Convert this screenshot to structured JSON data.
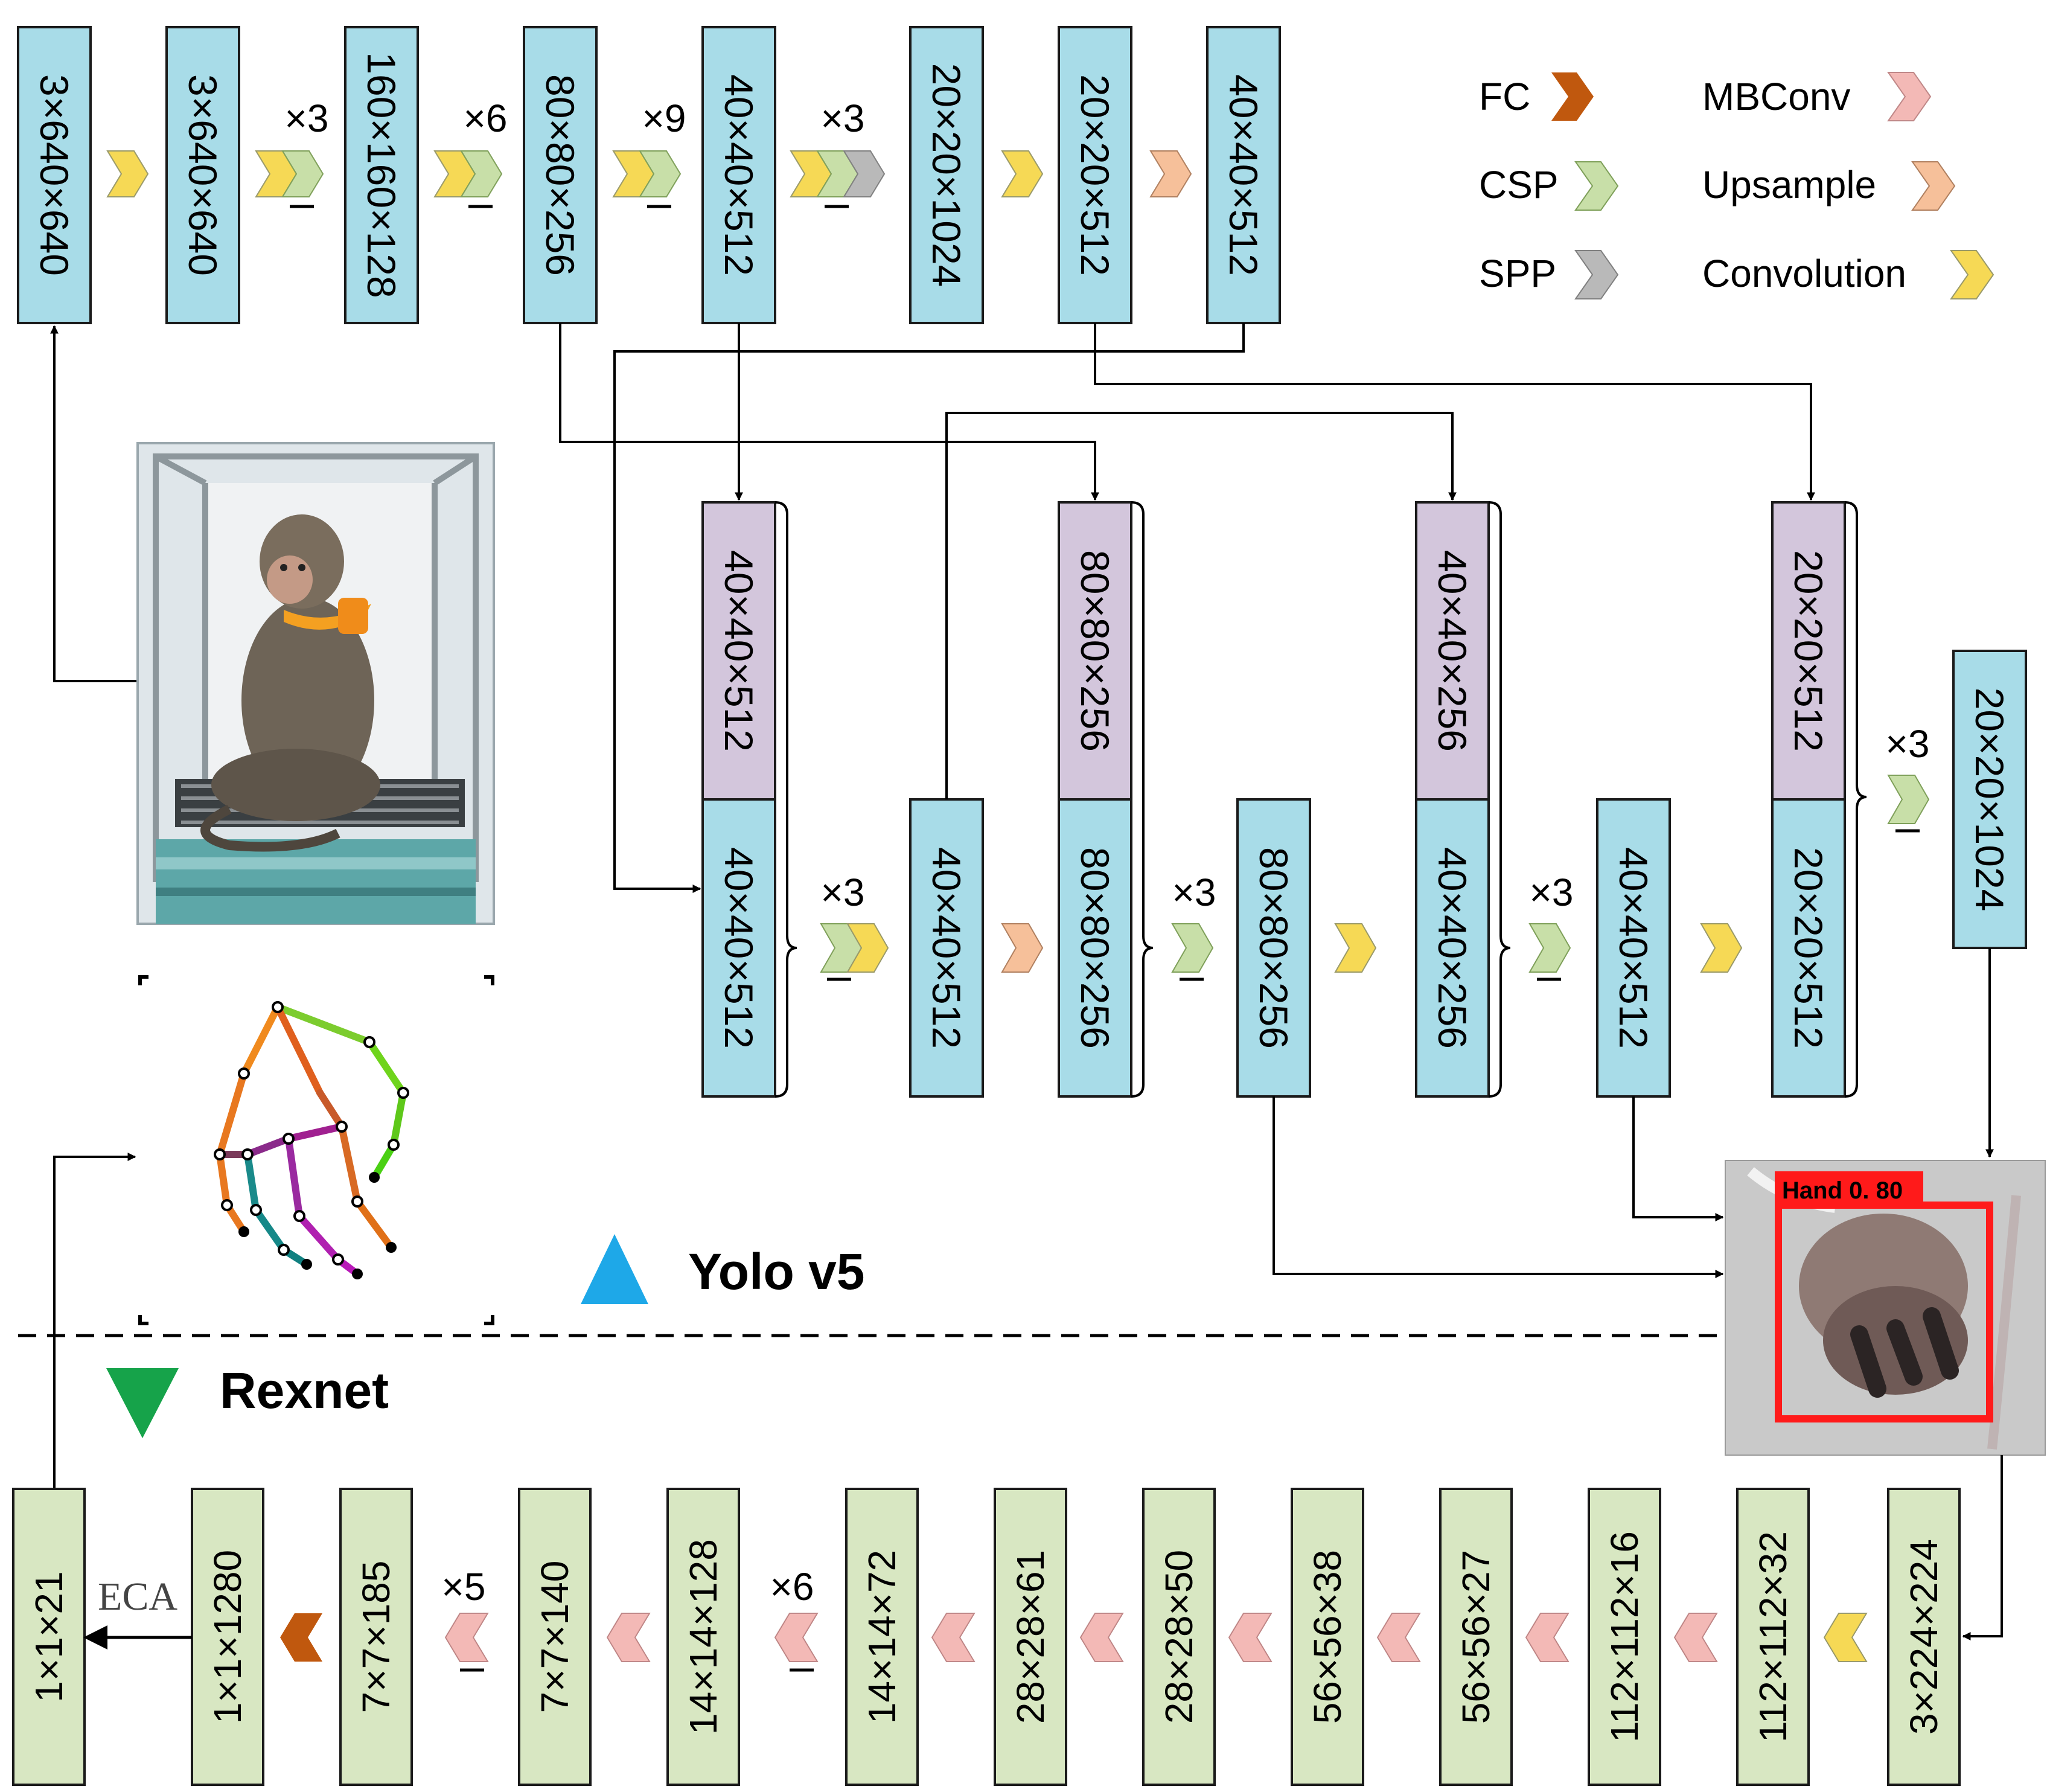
{
  "colors": {
    "cyan_box": "#a8dce8",
    "lavender_box": "#d3c6dc",
    "green_box": "#d8e7c2",
    "fc": "#c0580e",
    "csp": "#c8dfa8",
    "spp": "#b9b9b9",
    "mbconv": "#f3b9b6",
    "upsample": "#f6c09a",
    "convolution": "#f6d955",
    "yolo_triangle": "#1ea8e8",
    "rexnet_triangle": "#16a34a",
    "detection_box": "#ff1a1a"
  },
  "legend": [
    {
      "label": "FC",
      "color_key": "fc"
    },
    {
      "label": "MBConv",
      "color_key": "mbconv"
    },
    {
      "label": "CSP",
      "color_key": "csp"
    },
    {
      "label": "Upsample",
      "color_key": "upsample"
    },
    {
      "label": "SPP",
      "color_key": "spp"
    },
    {
      "label": "Convolution",
      "color_key": "convolution"
    }
  ],
  "yolo": {
    "backbone": [
      "3×640×640",
      "3×640×640",
      "160×160×128",
      "80×80×256",
      "40×40×512",
      "20×20×1024",
      "20×20×512",
      "40×40×512"
    ],
    "backbone_repeats": [
      "×3",
      "×6",
      "×9",
      "×3"
    ],
    "neck": {
      "concat1": [
        "40×40×512",
        "40×40×512"
      ],
      "mid1": "40×40×512",
      "concat2": [
        "80×80×256",
        "80×80×256"
      ],
      "mid2": "80×80×256",
      "concat3": [
        "40×40×256",
        "40×40×256"
      ],
      "mid3": "40×40×512",
      "concat4": [
        "20×20×512",
        "20×20×512"
      ],
      "out": "20×20×1024",
      "repeats": [
        "×3",
        "×3",
        "×3",
        "×3"
      ]
    },
    "label": "Yolo v5",
    "detection_label": "Hand  0. 80"
  },
  "rexnet": {
    "label": "Rexnet",
    "blocks": [
      "1×1×21",
      "1×1×1280",
      "7×7×185",
      "7×7×140",
      "14×14×128",
      "14×14×72",
      "28×28×61",
      "28×28×50",
      "56×56×38",
      "56×56×27",
      "112×112×16",
      "112×112×32",
      "3×224×224"
    ],
    "eca_label": "ECA",
    "repeats": [
      "×5",
      "×6"
    ]
  }
}
